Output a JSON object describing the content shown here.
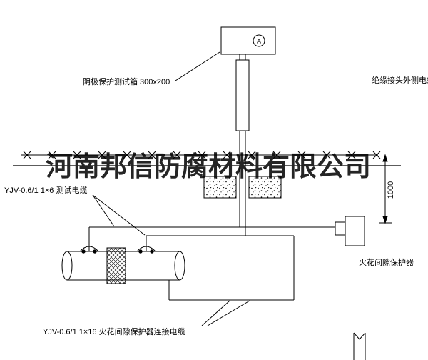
{
  "colors": {
    "line": "#000000",
    "background": "#ffffff",
    "watermark": "#000000"
  },
  "watermark": {
    "text": "河南邦信防腐材料有限公司"
  },
  "labels": {
    "test_box": "阴极保护测试箱 300x200",
    "outer_cable": "绝缘接头外侧电缆",
    "test_cable": "YJV-0.6/1 1×6 测试电缆",
    "spark_protector": "火花间隙保护器",
    "spark_cable": "YJV-0.6/1 1×16 火花间隙保护器连接电缆"
  },
  "dimension": {
    "depth": "1000"
  },
  "meter": {
    "label": "A"
  }
}
